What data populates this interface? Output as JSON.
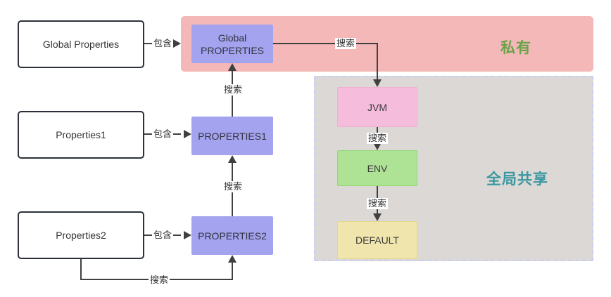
{
  "diagram": {
    "source_nodes": [
      {
        "label": "Global Properties"
      },
      {
        "label": "Properties1"
      },
      {
        "label": "Properties2"
      }
    ],
    "store_nodes": [
      {
        "line1": "Global",
        "line2": "PROPERTIES"
      },
      {
        "label": "PROPERTIES1"
      },
      {
        "label": "PROPERTIES2"
      }
    ],
    "private_region": {
      "title": "私有"
    },
    "shared_region": {
      "title": "全局共享"
    },
    "shared_chain": [
      {
        "label": "JVM"
      },
      {
        "label": "ENV"
      },
      {
        "label": "DEFAULT"
      }
    ],
    "edge_labels": {
      "contains": "包含",
      "search": "搜索"
    },
    "colors": {
      "private_region_bg": "#f4b8b8",
      "private_title_text": "#6ba24b",
      "shared_region_bg": "#dcd8d5",
      "shared_region_dashed_border": "#c7cff2",
      "shared_title_text": "#3a98a0",
      "store_node_bg": "#a3a3ef",
      "jvm_node_bg": "#f6bcdc",
      "env_node_bg": "#aee295",
      "default_node_bg": "#f0e5ac",
      "source_node_border": "#2b3039",
      "arrow": "#404040"
    }
  }
}
